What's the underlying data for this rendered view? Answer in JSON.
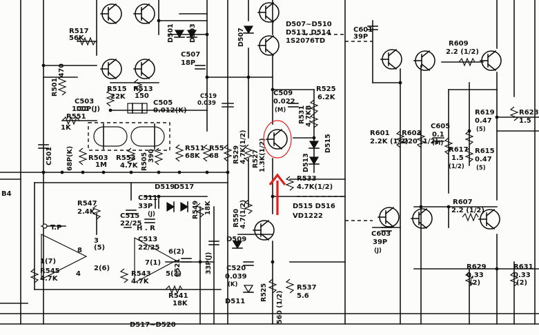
{
  "labels": {
    "r517": "R517",
    "r517v": "56K",
    "d501": "D501",
    "d503": "D503",
    "d507": "D507",
    "d507range": "D507~D510",
    "d513d514": "D513, D514",
    "part1s2076": "1S2076TD",
    "c507": "C507",
    "c507v": "18P",
    "c601": "C601",
    "c601v": "39P",
    "r609": "R609",
    "r609v": "2.2 (1/2)",
    "r501": "R501",
    "r501v": "470",
    "r515": "R515",
    "r515v": "22K",
    "r513": "R513",
    "r513v": "150",
    "c503": "C503",
    "c503v": "100P(J)",
    "c505": "C505",
    "c505v": "0.012(K)",
    "c519": "C519",
    "c519v": "0.039",
    "c509": "C509",
    "c509v": "0.022",
    "c509t": "(M)",
    "r525b": "R525",
    "r525bv": "6.2K",
    "r551": "R551",
    "r551v": "1K",
    "r553": "R553",
    "r553v": "4.7K",
    "r503": "R503",
    "r503v": "1M",
    "c501": "C501",
    "c501v": "68P(K)",
    "r505": "R505",
    "r505v": "390",
    "r511": "R511",
    "r511v": "68K",
    "r55x": "R55",
    "r55xv": "68",
    "r527": "R527",
    "r527v": "1.3K(1/2)",
    "r529": "R529",
    "r529v": "4.7K(1/2)",
    "r531": "R531",
    "r531v": "4.7KB",
    "d515": "D515",
    "d513": "D513",
    "r601": "R601",
    "r601v": "2.2K (1/2)",
    "r603": "R603",
    "r603v": "220 (1/2)",
    "c605": "C605",
    "c605v": "0.1",
    "c605t": "(M)",
    "r617": "R617",
    "r617v": "1.5",
    "r617t": "(1/2)",
    "r619": "R619",
    "r619v": "0.47",
    "r619t": "(5)",
    "r615": "R615",
    "r615v": "0.47",
    "r615t": "(5)",
    "r623": "R623",
    "r623v": "1.5",
    "d519": "D519",
    "d517": "D517",
    "c511": "C511",
    "c511v": "33P",
    "c511t": "(J)",
    "r533": "R533",
    "r533v": "4.7K(1/2)",
    "r547": "R547",
    "r547v": "2.4K",
    "c515": "C515",
    "c515v": "22/25",
    "c513": "C513",
    "c513v": "22/25",
    "r549": "R549",
    "r549v": "18K",
    "c517": "C517",
    "c517v": "33P(J)",
    "r550": "R550",
    "r550v": "4.7(1/2)",
    "d515d516": "D515 D516",
    "vd1222": "VD1222",
    "r607": "R607",
    "r607v": "2.2 (1/2)",
    "tp": "T.P",
    "pin8": "8",
    "pin1": "1(7)",
    "pin3": "3",
    "pin5": "(5)",
    "pin2": "2(6)",
    "pin4": "4",
    "pin7": "7(1)",
    "pin6": "6(2)",
    "pin53": "5(3)",
    "d509": "D509",
    "c520": "C520",
    "c520v": "0.039",
    "c520t": "(K)",
    "r545": "R545",
    "r545v": "4.7K",
    "r543": "R543",
    "r543v": "4.7K",
    "c521": "C521",
    "r541": "R541",
    "r541v": "18K",
    "r525": "R525",
    "r525v": "560 (1/2)",
    "r537": "R537",
    "r537v": "5.6",
    "c603": "C603",
    "c603v": "39P",
    "c603t": "(J)",
    "r629": "R629",
    "r629v": "0.33",
    "r629t": "(2)",
    "r631": "R631",
    "r631v": "0.33",
    "r631t": "(2)",
    "d511": "D511",
    "d517d520": "D517~D520",
    "b4": "B4",
    "hr": "H . R"
  },
  "highlight": {
    "circle_color": "#e02020",
    "arrow_color": "#e02020",
    "target": "transistor at C509 / R525"
  }
}
